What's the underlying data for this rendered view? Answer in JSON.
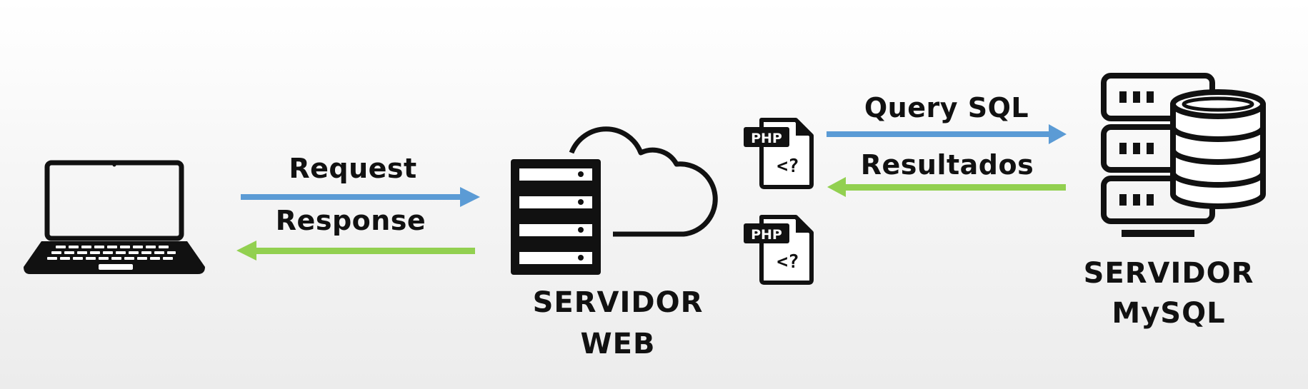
{
  "arrows": {
    "request": "Request",
    "response": "Response",
    "query": "Query SQL",
    "results": "Resultados"
  },
  "nodes": {
    "web_server": {
      "line1": "SERVIDOR",
      "line2": "WEB"
    },
    "mysql_server": {
      "line1": "SERVIDOR",
      "line2": "MySQL"
    }
  },
  "php_files": [
    {
      "badge": "PHP",
      "code": "<?"
    },
    {
      "badge": "PHP",
      "code": "<?"
    }
  ],
  "colors": {
    "request_arrow": "#5b9bd5",
    "response_arrow": "#92d050",
    "icon": "#111111"
  },
  "icons": [
    "laptop-icon",
    "server-cloud-icon",
    "php-file-icon",
    "database-server-icon"
  ]
}
